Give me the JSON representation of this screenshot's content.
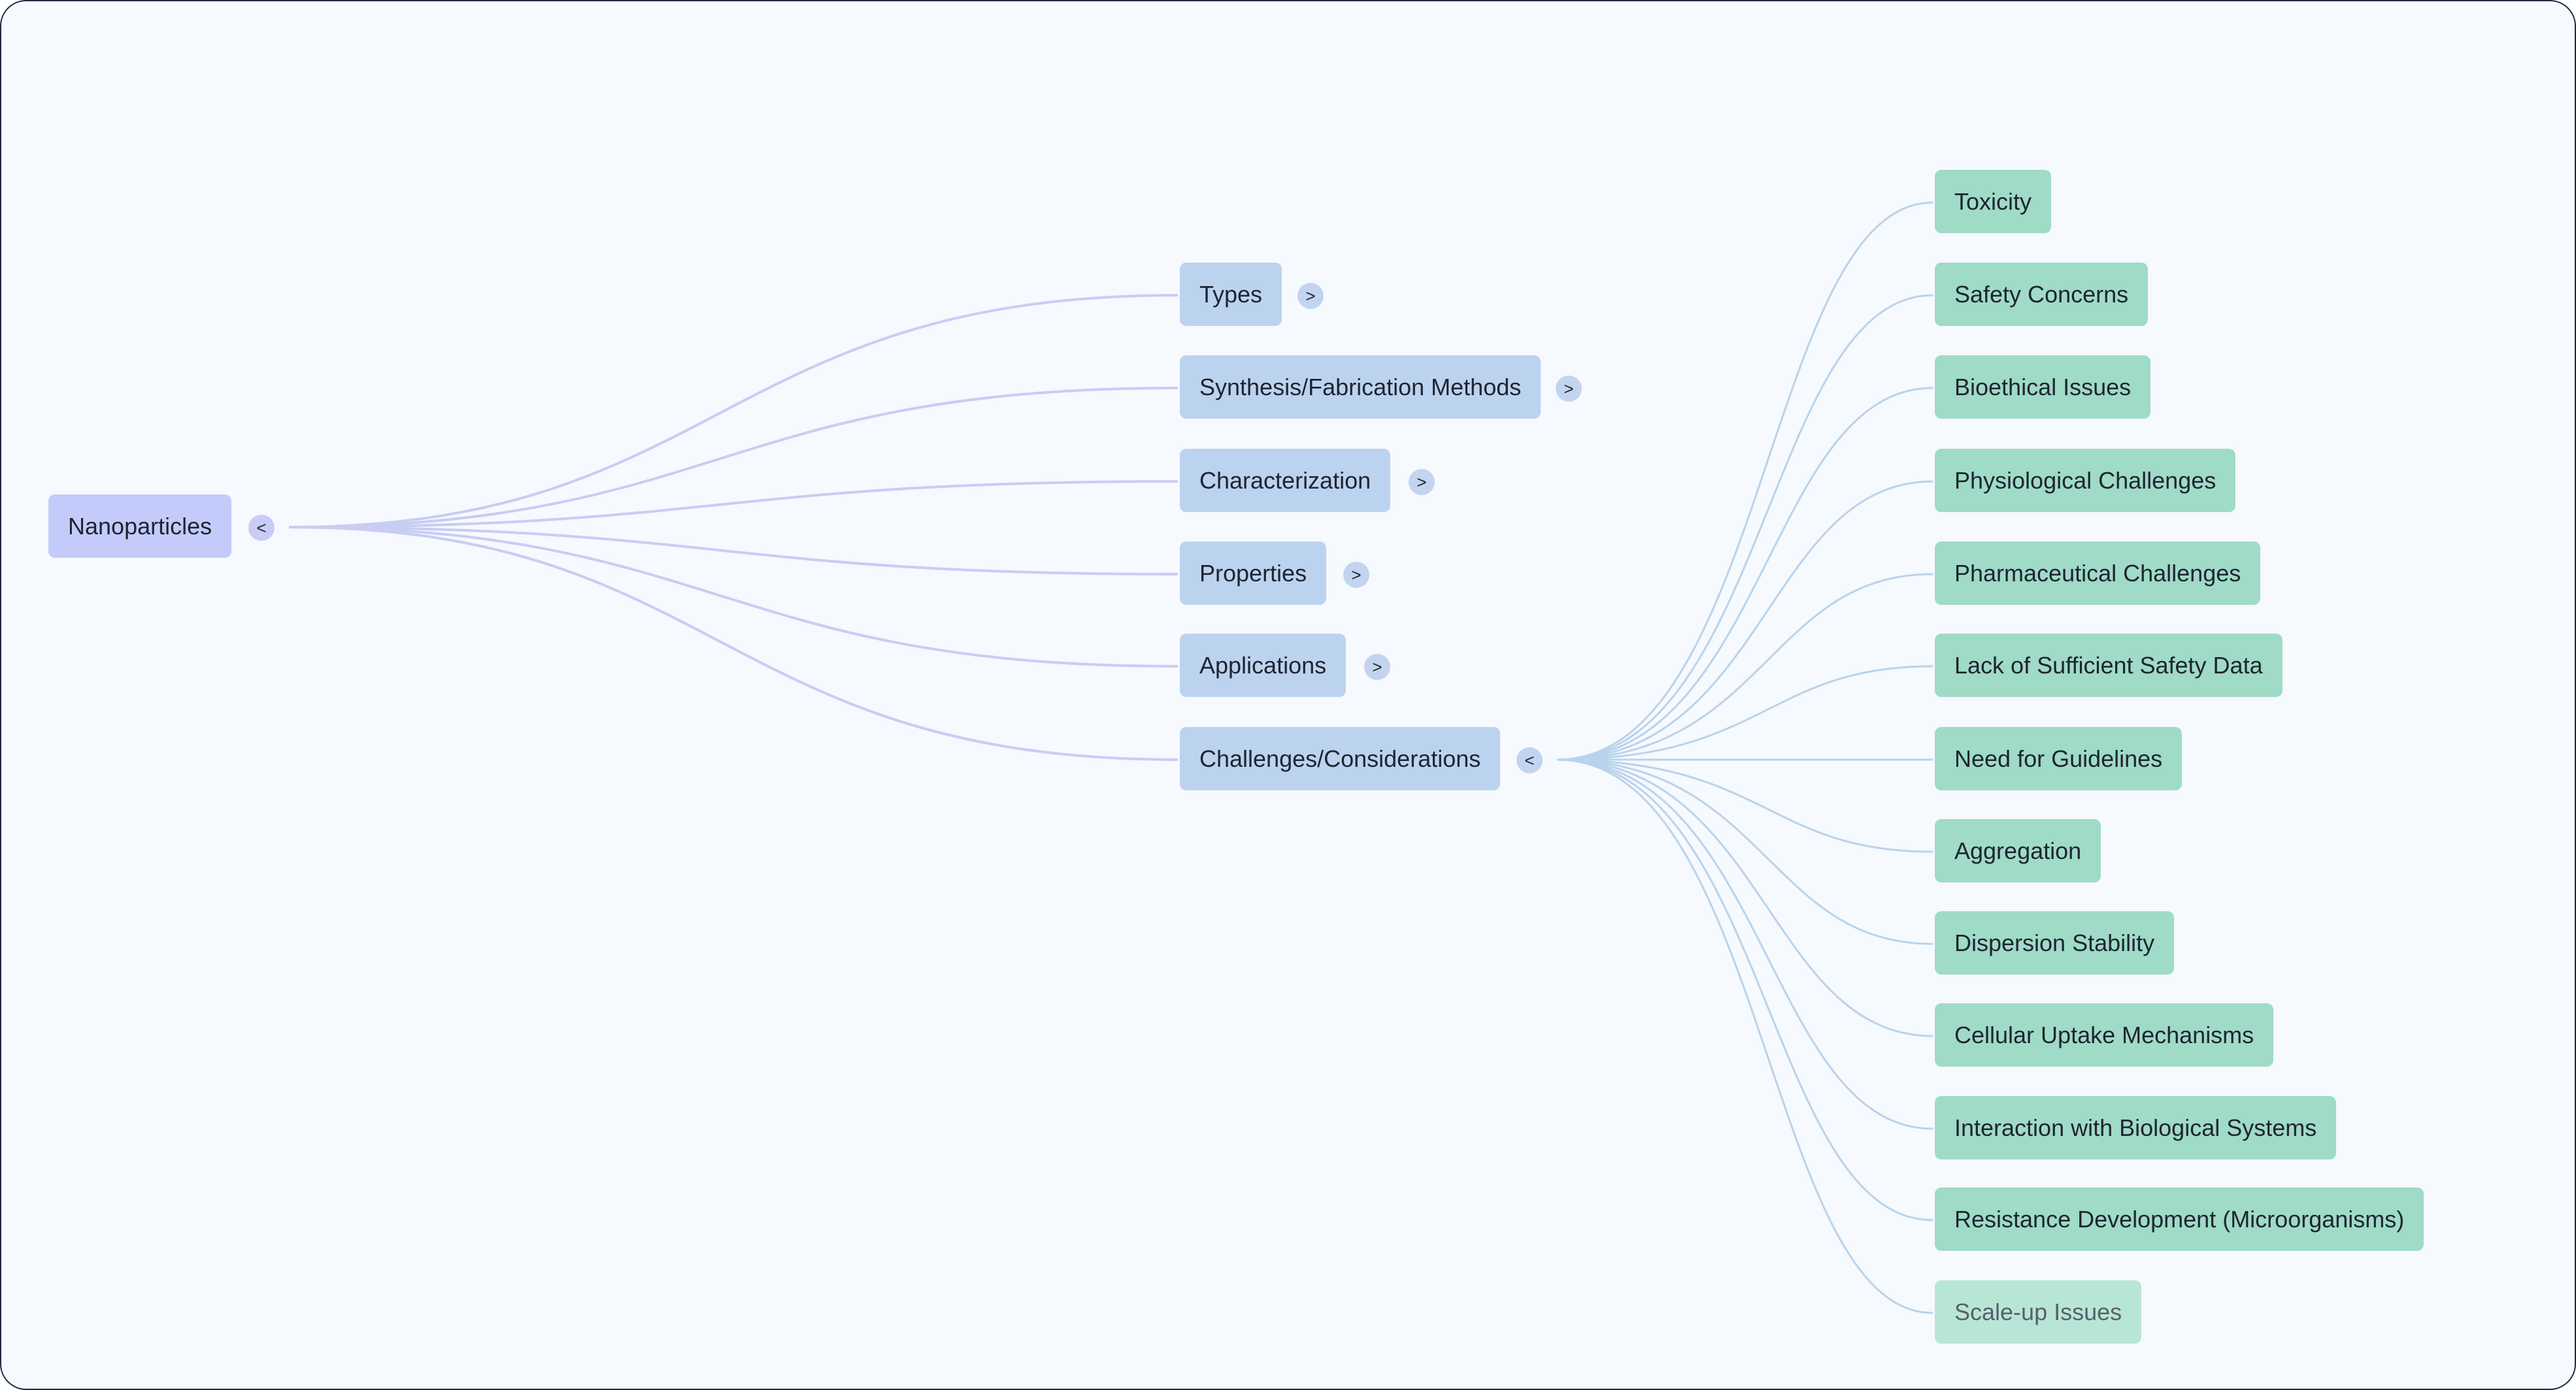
{
  "mindmap": {
    "root": {
      "label": "Nanoparticles",
      "toggle": "<"
    },
    "branches": [
      {
        "label": "Types",
        "toggle": ">"
      },
      {
        "label": "Synthesis/Fabrication Methods",
        "toggle": ">"
      },
      {
        "label": "Characterization",
        "toggle": ">"
      },
      {
        "label": "Properties",
        "toggle": ">"
      },
      {
        "label": "Applications",
        "toggle": ">"
      },
      {
        "label": "Challenges/Considerations",
        "toggle": "<"
      }
    ],
    "leaves": [
      {
        "label": "Toxicity"
      },
      {
        "label": "Safety Concerns"
      },
      {
        "label": "Bioethical Issues"
      },
      {
        "label": "Physiological Challenges"
      },
      {
        "label": "Pharmaceutical Challenges"
      },
      {
        "label": "Lack of Sufficient Safety Data"
      },
      {
        "label": "Need for Guidelines"
      },
      {
        "label": "Aggregation"
      },
      {
        "label": "Dispersion Stability"
      },
      {
        "label": "Cellular Uptake Mechanisms"
      },
      {
        "label": "Interaction with Biological Systems"
      },
      {
        "label": "Resistance Development (Microorganisms)"
      },
      {
        "label": "Scale-up Issues"
      }
    ]
  },
  "colors": {
    "root_fill": "#c3cbfa",
    "branch_fill": "#bcd3f0",
    "leaf_fill": "#9fdbc7",
    "root_link": "#c9ccf3",
    "leaf_link": "#b9d3ec"
  }
}
